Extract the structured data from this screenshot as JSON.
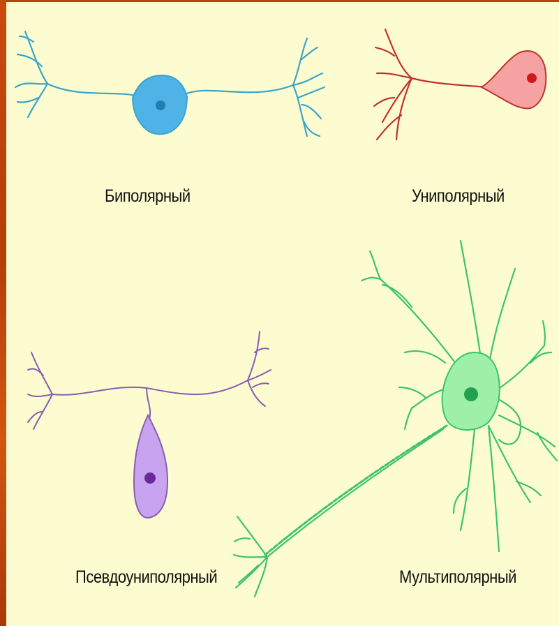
{
  "labels": {
    "bipolar": "Биполярный",
    "unipolar": "Униполярный",
    "pseudounipolar": "Псевдоуниполярный",
    "multipolar": "Мультиполярный"
  },
  "colors": {
    "background": "#fcfcd0",
    "bipolar_stroke": "#3aa5c9",
    "bipolar_fill": "#4fb3e8",
    "unipolar_stroke": "#c0312f",
    "unipolar_fill": "#f7a2a2",
    "pseudounipolar_stroke": "#8a5cb0",
    "pseudounipolar_fill": "#c8a4f0",
    "multipolar_stroke": "#3bc46a",
    "multipolar_fill": "#9ef0a8"
  }
}
